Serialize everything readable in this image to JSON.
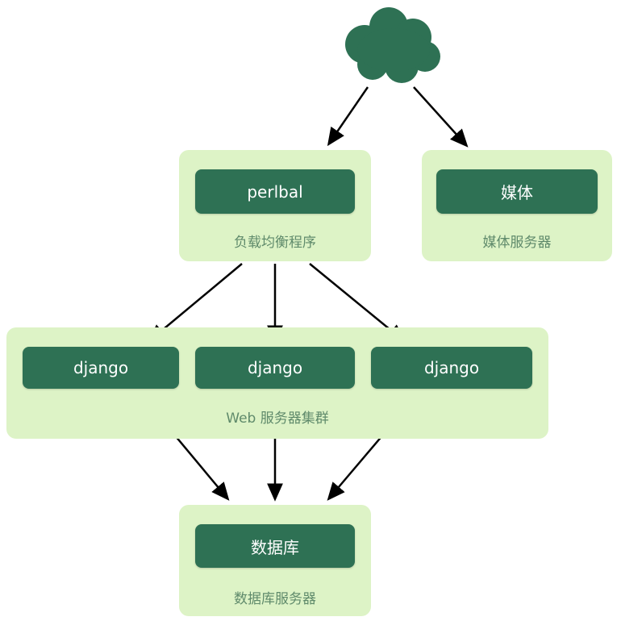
{
  "diagram": {
    "cloud": {
      "name": "internet-cloud"
    },
    "load_balancer": {
      "node_label": "perlbal",
      "caption": "负载均衡程序"
    },
    "media": {
      "node_label": "媒体",
      "caption": "媒体服务器"
    },
    "web_cluster": {
      "nodes": [
        "django",
        "django",
        "django"
      ],
      "caption": "Web 服务器集群"
    },
    "database": {
      "node_label": "数据库",
      "caption": "数据库服务器"
    },
    "colors": {
      "group_bg": "#ddf3c6",
      "node_bg": "#2e7154",
      "node_text": "#ffffff",
      "caption_text": "#5f8a6b",
      "arrow": "#000000"
    }
  }
}
